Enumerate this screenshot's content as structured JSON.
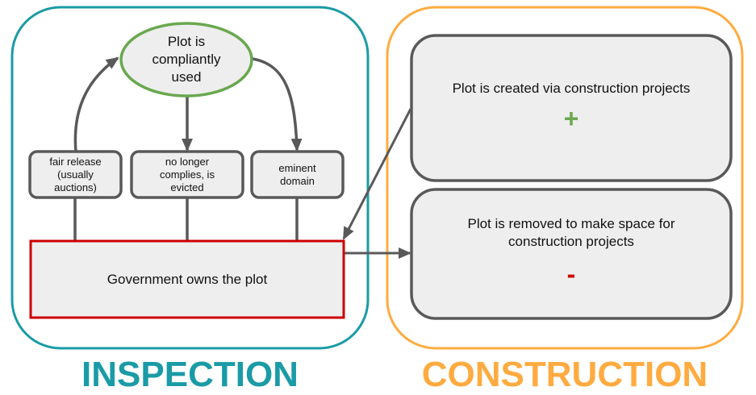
{
  "sections": {
    "inspection": {
      "title": "INSPECTION",
      "color": "#1a9ba6"
    },
    "construction": {
      "title": "CONSTRUCTION",
      "color": "#ffab40"
    }
  },
  "nodes": {
    "compliant_use": {
      "label": "Plot is\ncompliantly\nused",
      "border_color": "#6aa84f"
    },
    "fair_release": {
      "label": "fair release\n(usually\nauctions)"
    },
    "evicted": {
      "label": "no longer\ncomplies, is\nevicted"
    },
    "eminent_domain": {
      "label": "eminent\ndomain"
    },
    "government_owns": {
      "label": "Government owns the plot",
      "border_color": "#cc0000"
    },
    "plot_created": {
      "label": "Plot is created via construction projects",
      "sign": "+",
      "sign_color": "#6aa84f"
    },
    "plot_removed": {
      "label": "Plot is removed to make space for\nconstruction projects",
      "sign": "-",
      "sign_color": "#cc0000"
    }
  },
  "edges": [
    {
      "from": "fair_release",
      "to": "compliant_use"
    },
    {
      "from": "compliant_use",
      "to": "evicted"
    },
    {
      "from": "compliant_use",
      "to": "eminent_domain"
    },
    {
      "from": "government_owns",
      "to": "fair_release"
    },
    {
      "from": "government_owns",
      "to": "evicted"
    },
    {
      "from": "government_owns",
      "to": "eminent_domain"
    },
    {
      "from": "plot_created",
      "to": "government_owns"
    },
    {
      "from": "government_owns",
      "to": "plot_removed"
    }
  ],
  "colors": {
    "node_fill": "#eeeeee",
    "node_border": "#595959",
    "arrow": "#595959"
  }
}
